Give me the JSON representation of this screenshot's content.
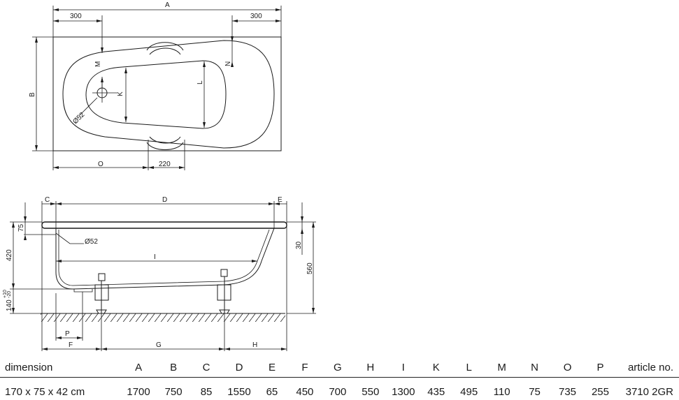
{
  "top_view": {
    "labels": {
      "A": "A",
      "B": "B",
      "M": "M",
      "N": "N",
      "K": "K",
      "L": "L",
      "O": "O",
      "dim300_left": "300",
      "dim300_right": "300",
      "dim220": "220",
      "drain": "Ø52"
    }
  },
  "side_view": {
    "labels": {
      "C": "C",
      "D": "D",
      "E": "E",
      "F": "F",
      "G": "G",
      "H": "H",
      "I": "I",
      "P": "P",
      "drain": "Ø52",
      "dim75": "75",
      "dim420": "420",
      "dim30": "30",
      "dim560": "560",
      "dim140": "140",
      "tol_plus": "+10",
      "tol_minus": "-20"
    }
  },
  "table": {
    "headers": [
      "dimension",
      "A",
      "B",
      "C",
      "D",
      "E",
      "F",
      "G",
      "H",
      "I",
      "K",
      "L",
      "M",
      "N",
      "O",
      "P",
      "article no."
    ],
    "rows": [
      [
        "170 x 75 x 42 cm",
        "1700",
        "750",
        "85",
        "1550",
        "65",
        "450",
        "700",
        "550",
        "1300",
        "435",
        "495",
        "110",
        "75",
        "735",
        "255",
        "3710 2GR"
      ]
    ]
  }
}
